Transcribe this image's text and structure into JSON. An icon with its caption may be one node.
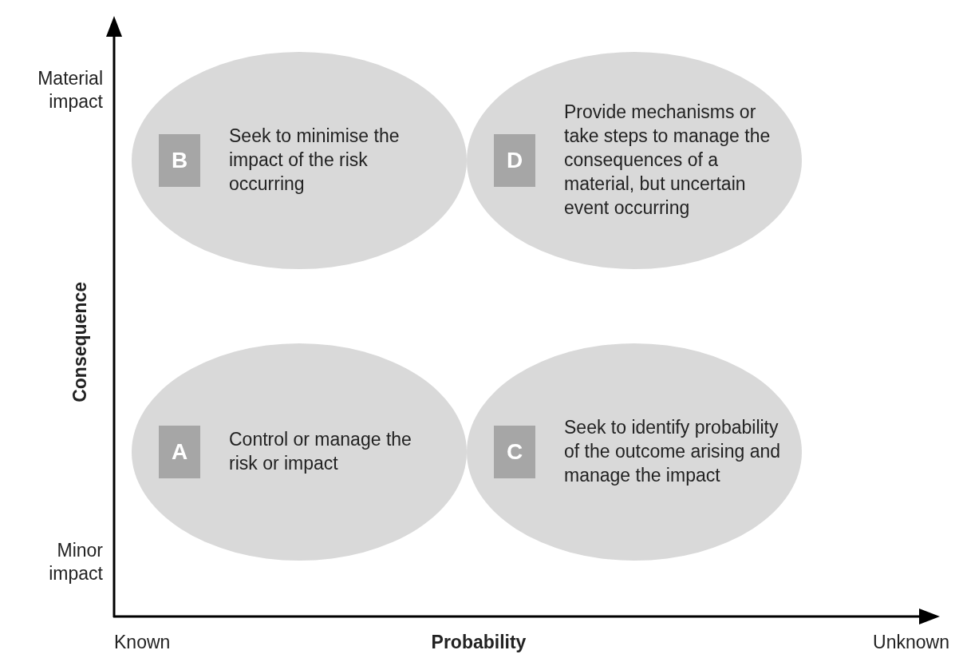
{
  "diagram": {
    "nodes": [
      {
        "text": [
          "Seek to minimise the impact of the risk occurring"
        ]
      },
      {
        "text": [
          "B"
        ],
        "in": 0
      },
      {
        "text": [
          "Provide mechanisms or take steps to manage the consequences of a material, but uncertain event occurring"
        ]
      },
      {
        "text": [
          "D"
        ],
        "in": 2
      },
      {
        "text": [
          "Control or manage the risk or impact"
        ]
      },
      {
        "text": [
          "A"
        ],
        "in": 4
      },
      {
        "text": [
          "Seek to identify probability of the outcome arising and manage the impact"
        ]
      },
      {
        "text": [
          "C"
        ],
        "in": 6
      }
    ],
    "labels": [
      "Material impact",
      "Consequence",
      "Minor impact",
      "Known",
      "Probability",
      "Unknown"
    ]
  }
}
